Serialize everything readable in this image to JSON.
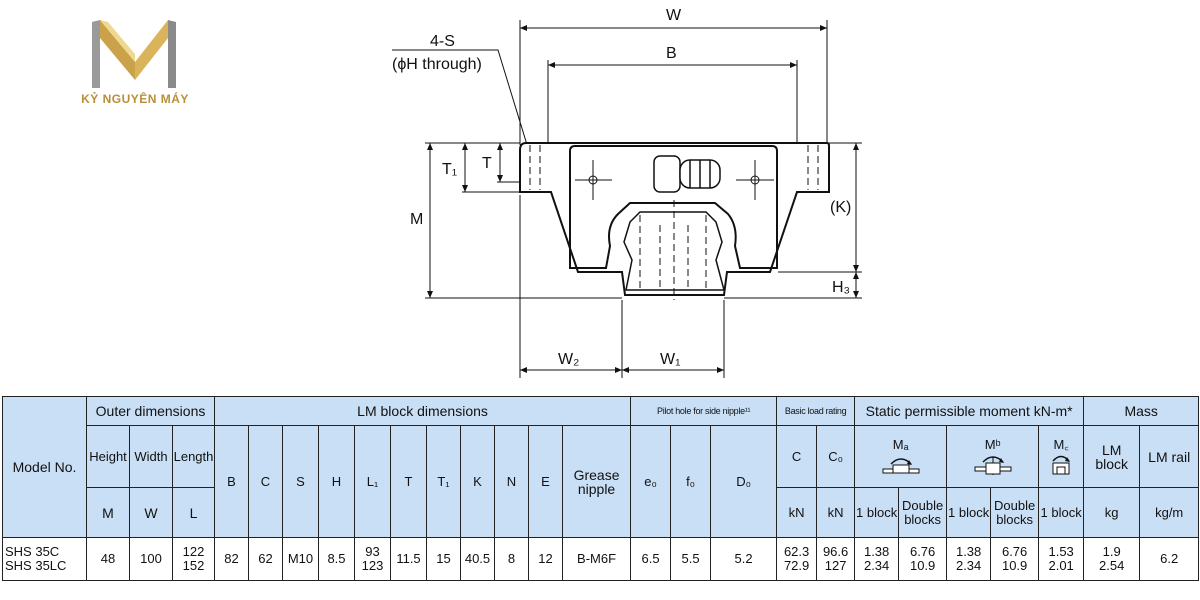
{
  "logo": {
    "brand": "KỶ NGUYÊN MÁY",
    "gold": "#c9a24a",
    "silver": "#8a8a8a"
  },
  "drawing": {
    "labels": {
      "W": "W",
      "B": "B",
      "holes": "4-S",
      "holes_note": "(ϕH through)",
      "T1": "T₁",
      "T": "T",
      "M": "M",
      "K": "(K)",
      "H3": "H₃",
      "W2": "W₂",
      "W1": "W₁"
    }
  },
  "table": {
    "headers": {
      "model": "Model No.",
      "outer": "Outer dimensions",
      "block": "LM block dimensions",
      "pilot": "Pilot hole for side nipple¹¹",
      "load": "Basic load rating",
      "moment": "Static permissible moment kN-m*",
      "mass": "Mass",
      "height": "Height",
      "width": "Width",
      "length": "Length",
      "grease": "Grease nipple",
      "C": "C",
      "C0": "C₀",
      "MA": "Mₐ",
      "MB": "Mᵇ",
      "MC": "M꜀",
      "lm_block": "LM block",
      "lm_rail": "LM rail"
    },
    "symbols": {
      "M": "M",
      "W": "W",
      "L": "L",
      "B": "B",
      "C": "C",
      "S": "S",
      "H": "H",
      "L1": "L₁",
      "T": "T",
      "T1": "T₁",
      "K": "K",
      "N": "N",
      "E": "E",
      "e0": "e₀",
      "f0": "f₀",
      "D0": "D₀",
      "kN_C": "kN",
      "kN_C0": "kN",
      "one_block": "1 block",
      "double_blocks": "Double blocks",
      "kg": "kg",
      "kg_m": "kg/m"
    },
    "row": {
      "model_1": "SHS 35C",
      "model_2": "SHS 35LC",
      "M": "48",
      "W": "100",
      "L_1": "122",
      "L_2": "152",
      "B": "82",
      "C": "62",
      "S": "M10",
      "H": "8.5",
      "L1_1": "93",
      "L1_2": "123",
      "T": "11.5",
      "T1": "15",
      "K": "40.5",
      "N": "8",
      "E": "12",
      "grease": "B-M6F",
      "e0": "6.5",
      "f0": "5.5",
      "D0": "5.2",
      "C_1": "62.3",
      "C_2": "72.9",
      "C0_1": "96.6",
      "C0_2": "127",
      "MA1_1": "1.38",
      "MA1_2": "2.34",
      "MA2_1": "6.76",
      "MA2_2": "10.9",
      "MB1_1": "1.38",
      "MB1_2": "2.34",
      "MB2_1": "6.76",
      "MB2_2": "10.9",
      "MC_1": "1.53",
      "MC_2": "2.01",
      "kg_1": "1.9",
      "kg_2": "2.54",
      "kgm": "6.2"
    },
    "colors": {
      "header_bg": "#c9dff5",
      "grid": "#222222"
    }
  }
}
